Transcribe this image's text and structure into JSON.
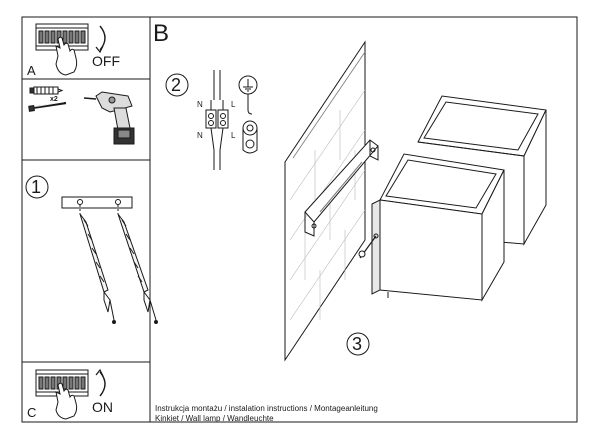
{
  "panels": {
    "a": {
      "letter": "A",
      "switch_label": "OFF"
    },
    "c": {
      "letter": "C",
      "switch_label": "ON"
    },
    "b": {
      "letter": "B"
    }
  },
  "tools": {
    "screw_count": "x2"
  },
  "steps": {
    "one": "1",
    "two": "2",
    "three": "3"
  },
  "wiring": {
    "n_top": "N",
    "l_top": "L",
    "n_bottom": "N",
    "l_bottom": "L"
  },
  "footer": {
    "line1": "Instrukcja montażu / instalation instructions / Montageanleitung",
    "line2": "Kinkiet / Wall lamp / Wandleuchte"
  },
  "colors": {
    "line": "#1a1a1a",
    "drill_body": "#dcdcdc"
  },
  "icons": [
    "breaker-panel-icon",
    "hand-icon",
    "rotate-arrow-icon",
    "screw-icon",
    "drill-icon",
    "ground-symbol-icon",
    "terminal-block-icon",
    "wall-plug-icon"
  ]
}
